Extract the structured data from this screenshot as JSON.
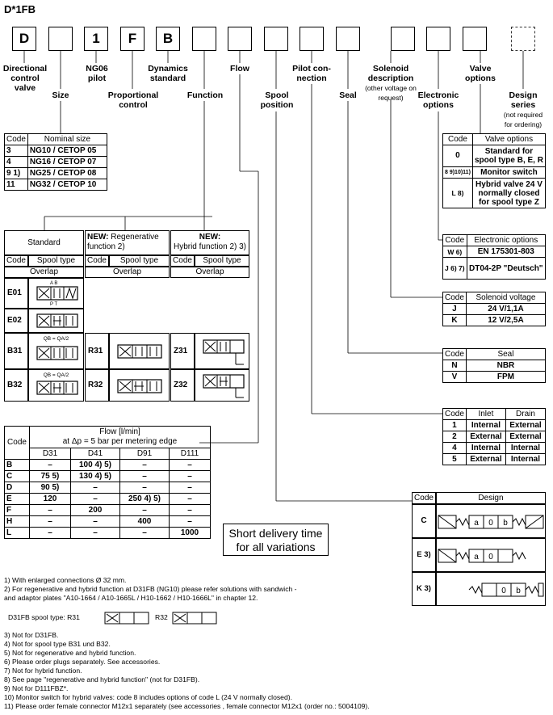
{
  "title": "D*1FB",
  "code_boxes": [
    "D",
    "",
    "1",
    "F",
    "B",
    "",
    "",
    "",
    "",
    "",
    "",
    "",
    "",
    ""
  ],
  "labels": {
    "directional": "Directional control valve",
    "size": "Size",
    "ng06": "NG06 pilot",
    "proportional": "Proportional control",
    "dynamics": "Dynamics standard",
    "function": "Function",
    "flow": "Flow",
    "spool_position": "Spool position",
    "pilot": "Pilot con- nection",
    "seal": "Seal",
    "solenoid": "Solenoid description",
    "solenoid_note": "(other voltage on request)",
    "electronic": "Electronic options",
    "valve_options": "Valve options",
    "design_series": "Design series",
    "design_note": "(not required for ordering)"
  },
  "size_table": {
    "headers": [
      "Code",
      "Nominal size"
    ],
    "rows": [
      [
        "3",
        "NG10 / CETOP 05"
      ],
      [
        "4",
        "NG16 / CETOP 07"
      ],
      [
        "9 1)",
        "NG25 / CETOP 08"
      ],
      [
        "11",
        "NG32 / CETOP 10"
      ]
    ]
  },
  "function_table": {
    "standard": "Standard",
    "regen_new": "NEW:",
    "regen": "Regenerative function 2)",
    "hybrid_new": "NEW:",
    "hybrid": "Hybrid function 2) 3)",
    "code": "Code",
    "spool_type": "Spool type",
    "overlap": "Overlap",
    "codes_standard": [
      "E01",
      "E02",
      "B31",
      "B32"
    ],
    "codes_regen": [
      "R31",
      "R32"
    ],
    "codes_hybrid": [
      "Z31",
      "Z32"
    ],
    "qa_note": "QB = QA/2"
  },
  "flow_table": {
    "title": "Flow [l/min]",
    "subtitle": "at Δp = 5 bar per metering edge",
    "code": "Code",
    "columns": [
      "D31",
      "D41",
      "D91",
      "D111"
    ],
    "rows": [
      [
        "B",
        "–",
        "100 4) 5)",
        "–",
        "–"
      ],
      [
        "C",
        "75 5)",
        "130 4) 5)",
        "–",
        "–"
      ],
      [
        "D",
        "90 5)",
        "–",
        "–",
        "–"
      ],
      [
        "E",
        "120",
        "–",
        "250 4) 5)",
        "–"
      ],
      [
        "F",
        "–",
        "200",
        "–",
        "–"
      ],
      [
        "H",
        "–",
        "–",
        "400",
        "–"
      ],
      [
        "L",
        "–",
        "–",
        "–",
        "1000"
      ]
    ]
  },
  "short_delivery": [
    "Short delivery time",
    "for all variations"
  ],
  "valve_options_table": {
    "headers": [
      "Code",
      "Valve options"
    ],
    "rows": [
      [
        "0",
        "Standard for spool type B, E, R"
      ],
      [
        "8 9)10)11)",
        "Monitor switch"
      ],
      [
        "L 8)",
        "Hybrid valve 24 V normally closed for spool type Z"
      ]
    ]
  },
  "electronic_table": {
    "headers": [
      "Code",
      "Electronic options"
    ],
    "rows": [
      [
        "W 6)",
        "EN 175301-803"
      ],
      [
        "J 6) 7)",
        "DT04-2P \"Deutsch\""
      ]
    ]
  },
  "solenoid_table": {
    "headers": [
      "Code",
      "Solenoid voltage"
    ],
    "rows": [
      [
        "J",
        "24 V/1,1A"
      ],
      [
        "K",
        "12 V/2,5A"
      ]
    ]
  },
  "seal_table": {
    "headers": [
      "Code",
      "Seal"
    ],
    "rows": [
      [
        "N",
        "NBR"
      ],
      [
        "V",
        "FPM"
      ]
    ]
  },
  "pilot_table": {
    "headers": [
      "Code",
      "Inlet",
      "Drain"
    ],
    "rows": [
      [
        "1",
        "Internal",
        "External"
      ],
      [
        "2",
        "External",
        "External"
      ],
      [
        "4",
        "Internal",
        "Internal"
      ],
      [
        "5",
        "External",
        "Internal"
      ]
    ]
  },
  "design_table": {
    "headers": [
      "Code",
      "Design"
    ],
    "rows": [
      "C",
      "E 3)",
      "K 3)"
    ],
    "sym_letters": [
      "a",
      "0",
      "b"
    ]
  },
  "notes": [
    "1) With enlarged connections Ø 32 mm.",
    "2) For regenerative and hybrid function at D31FB (NG10) please refer solutions with sandwich -",
    "   and adaptor plates \"A10-1664 / A10-1665L / H10-1662 / H10-1666L\" in chapter 12.",
    "D31FB spool type: R31",
    "R32",
    "3) Not for D31FB.",
    "4) Not for spool type B31 und B32.",
    "5) Not for regenerative and hybrid function.",
    "6) Please order plugs separately. See accessories.",
    "7) Not for hybrid function.",
    "8) See page \"regenerative and hybrid function\" (not for D31FB).",
    "9) Not for D111FBZ*.",
    "10) Monitor switch for hybrid valves: code 8 includes options of code L (24 V normally closed).",
    "11) Please order female connector M12x1 separately (see accessories , female connector M12x1 (order no.: 5004109)."
  ]
}
